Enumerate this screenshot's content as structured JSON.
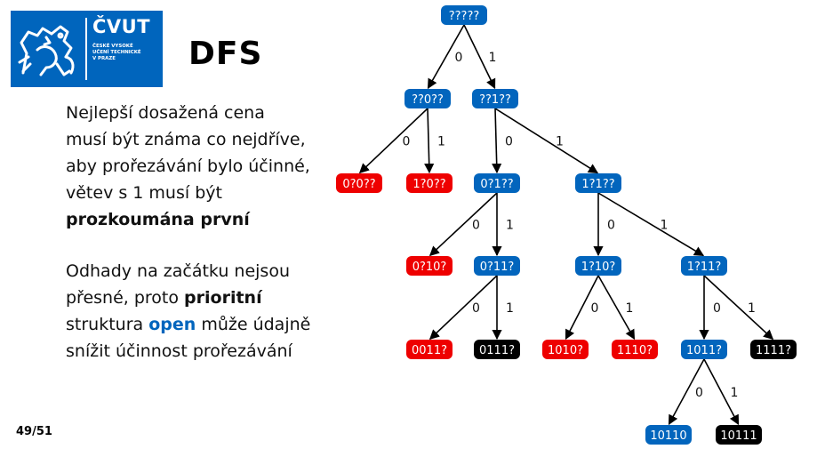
{
  "logo": {
    "name": "ČVUT",
    "subtitle": "ČESKÉ VYSOKÉ\nUČENÍ TECHNICKÉ\nV PRAZE",
    "color": "#0065bd"
  },
  "slide": {
    "title": "DFS",
    "para1": {
      "line1": "Nejlepší dosažená cena",
      "line2": "musí být známa co nejdříve,",
      "line3": "aby prořezávání bylo účinné,",
      "line4": "větev s 1 musí být",
      "line5_bold": "prozkoumána první"
    },
    "para2": {
      "line1": "Odhady na začátku nejsou",
      "line2_a": "přesné, proto ",
      "line2_b_bold": "prioritní",
      "line3_a": "struktura ",
      "line3_b_blue": "open",
      "line3_c": " může údajně",
      "line4": "snížit účinnost prořezávání"
    },
    "page_number": "49/51"
  },
  "colors": {
    "blue": "#0265bd",
    "red": "#ee0000",
    "black": "#000000"
  },
  "tree": {
    "nodes": [
      {
        "id": "n0",
        "label": "?????",
        "color": "blue"
      },
      {
        "id": "n1",
        "label": "??0??",
        "color": "blue"
      },
      {
        "id": "n2",
        "label": "??1??",
        "color": "blue"
      },
      {
        "id": "n3",
        "label": "0?0??",
        "color": "red"
      },
      {
        "id": "n4",
        "label": "1?0??",
        "color": "red"
      },
      {
        "id": "n5",
        "label": "0?1??",
        "color": "blue"
      },
      {
        "id": "n6",
        "label": "1?1??",
        "color": "blue"
      },
      {
        "id": "n7",
        "label": "0?10?",
        "color": "red"
      },
      {
        "id": "n8",
        "label": "0?11?",
        "color": "blue"
      },
      {
        "id": "n9",
        "label": "1?10?",
        "color": "blue"
      },
      {
        "id": "n10",
        "label": "1?11?",
        "color": "blue"
      },
      {
        "id": "n11",
        "label": "0011?",
        "color": "red"
      },
      {
        "id": "n12",
        "label": "0111?",
        "color": "black"
      },
      {
        "id": "n13",
        "label": "1010?",
        "color": "red"
      },
      {
        "id": "n14",
        "label": "1110?",
        "color": "red"
      },
      {
        "id": "n15",
        "label": "1011?",
        "color": "blue"
      },
      {
        "id": "n16",
        "label": "1111?",
        "color": "black"
      },
      {
        "id": "n17",
        "label": "10110",
        "color": "blue"
      },
      {
        "id": "n18",
        "label": "10111",
        "color": "black"
      }
    ],
    "edges": [
      {
        "from": "n0",
        "to": "n1",
        "label": "0"
      },
      {
        "from": "n0",
        "to": "n2",
        "label": "1"
      },
      {
        "from": "n1",
        "to": "n3",
        "label": "0"
      },
      {
        "from": "n1",
        "to": "n4",
        "label": "1"
      },
      {
        "from": "n2",
        "to": "n5",
        "label": "0"
      },
      {
        "from": "n2",
        "to": "n6",
        "label": "1"
      },
      {
        "from": "n5",
        "to": "n7",
        "label": "0"
      },
      {
        "from": "n5",
        "to": "n8",
        "label": "1"
      },
      {
        "from": "n6",
        "to": "n9",
        "label": "0"
      },
      {
        "from": "n6",
        "to": "n10",
        "label": "1"
      },
      {
        "from": "n8",
        "to": "n11",
        "label": "0"
      },
      {
        "from": "n8",
        "to": "n12",
        "label": "1"
      },
      {
        "from": "n9",
        "to": "n13",
        "label": "0"
      },
      {
        "from": "n9",
        "to": "n14",
        "label": "1"
      },
      {
        "from": "n10",
        "to": "n15",
        "label": "0"
      },
      {
        "from": "n10",
        "to": "n16",
        "label": "1"
      },
      {
        "from": "n15",
        "to": "n17",
        "label": "0"
      },
      {
        "from": "n15",
        "to": "n18",
        "label": "1"
      }
    ]
  }
}
